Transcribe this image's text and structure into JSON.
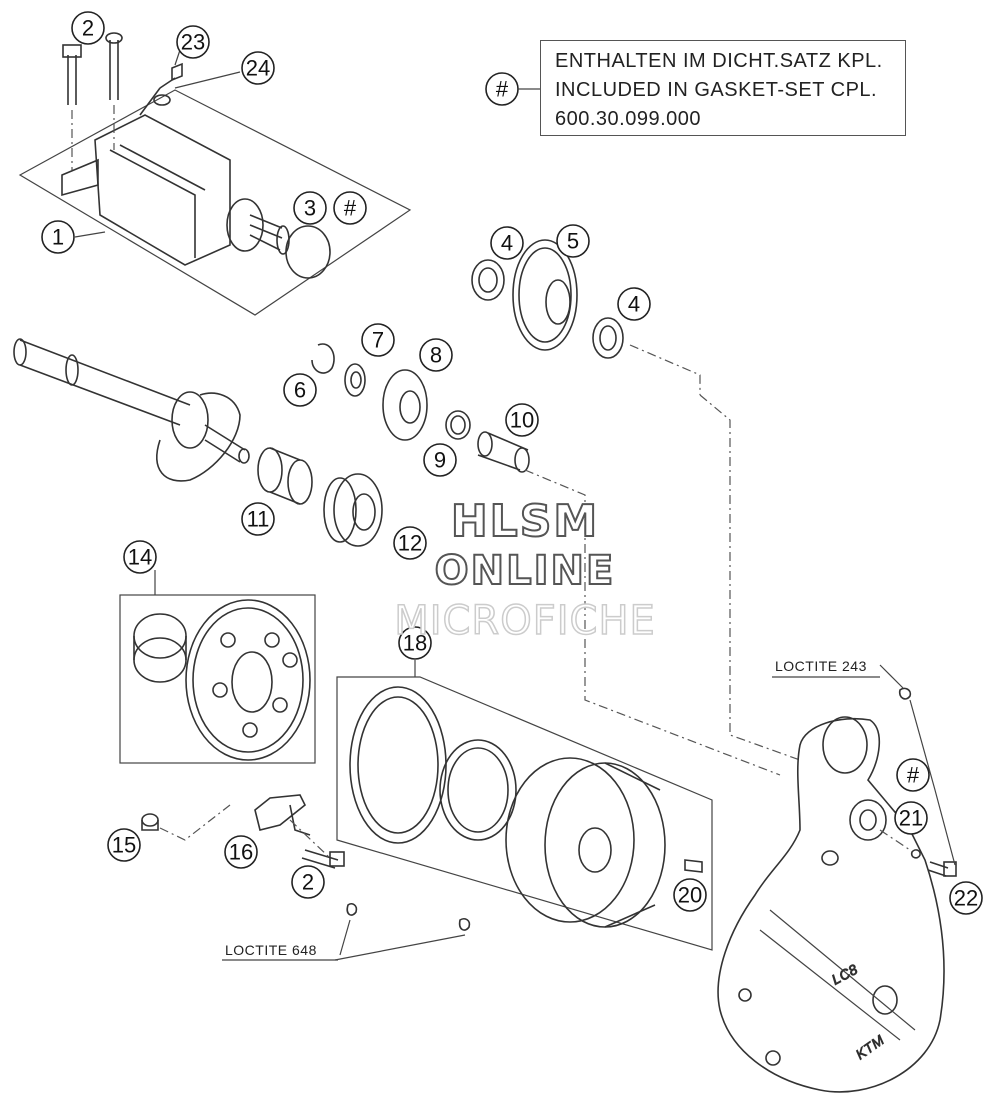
{
  "legend": {
    "symbol": "#",
    "lines": [
      "ENTHALTEN IM DICHT.SATZ KPL.",
      "INCLUDED IN GASKET-SET CPL.",
      "600.30.099.000"
    ]
  },
  "watermark": {
    "line1": "HLSM",
    "line2": "ONLINE",
    "line3": "MICROFICHE"
  },
  "callouts": {
    "c1": "1",
    "c2a": "2",
    "c2b": "2",
    "c3": "3",
    "c3hash": "#",
    "c4a": "4",
    "c4b": "4",
    "c5": "5",
    "c6": "6",
    "c7": "7",
    "c8": "8",
    "c9": "9",
    "c10": "10",
    "c11": "11",
    "c12": "12",
    "c14": "14",
    "c15": "15",
    "c16": "16",
    "c18": "18",
    "c20": "20",
    "c21": "21",
    "c21hash": "#",
    "c22": "22",
    "c23": "23",
    "c24": "24"
  },
  "notes": {
    "loctite243": "LOCTITE 243",
    "loctite648": "LOCTITE 648"
  },
  "cover_branding": {
    "model": "LC8",
    "brand": "KTM"
  }
}
